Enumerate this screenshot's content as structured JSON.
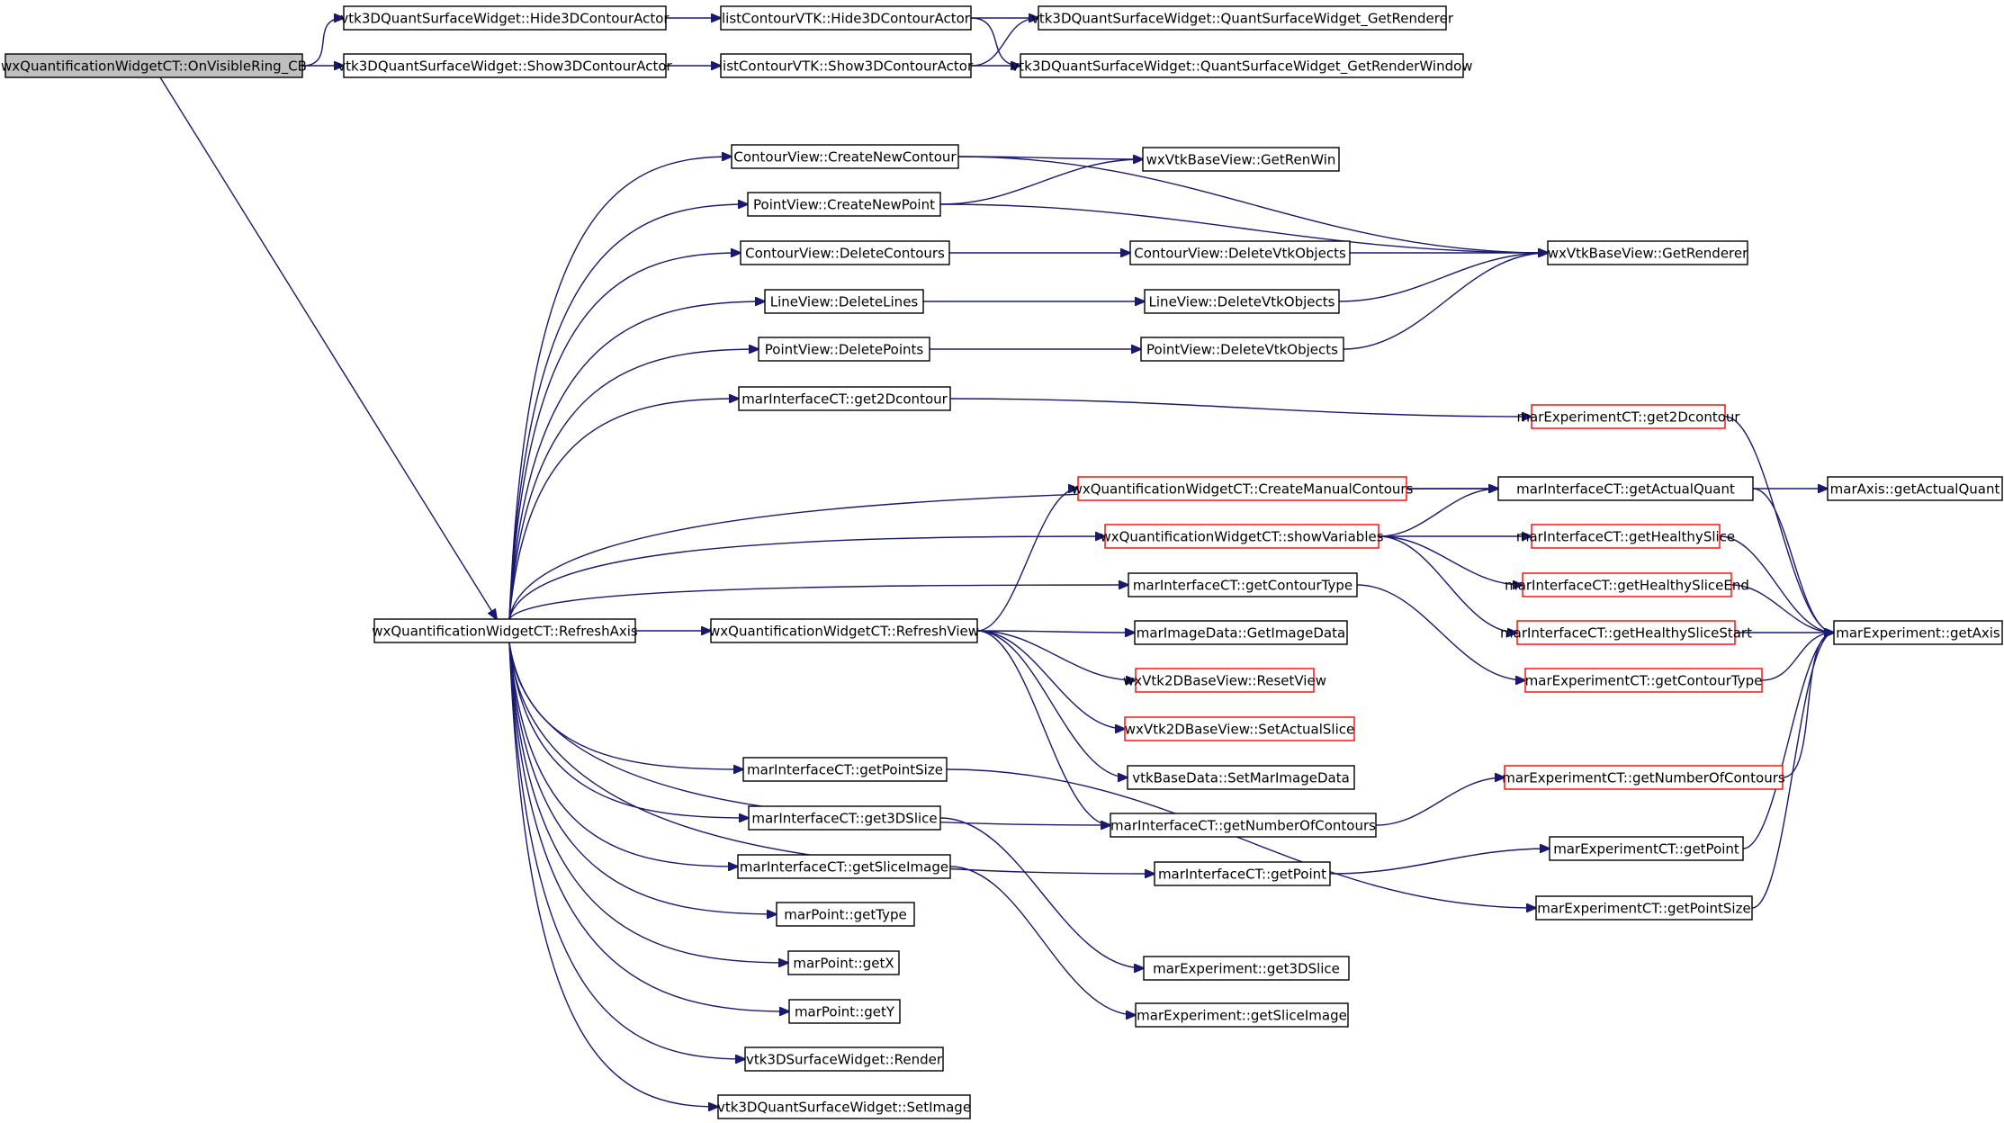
{
  "style": {
    "edge_color": "#191970",
    "root_fill": "#bfbfbf",
    "normal_border": "#000000",
    "truncated_border": "#ff0000",
    "node_fill": "#ffffff"
  },
  "nodes": [
    {
      "id": "root",
      "label": "wxQuantificationWidgetCT::OnVisibleRing_CB",
      "kind": "root"
    },
    {
      "id": "hide3d",
      "label": "vtk3DQuantSurfaceWidget::Hide3DContourActor",
      "kind": "normal"
    },
    {
      "id": "show3d",
      "label": "vtk3DQuantSurfaceWidget::Show3DContourActor",
      "kind": "normal"
    },
    {
      "id": "lchide",
      "label": "listContourVTK::Hide3DContourActor",
      "kind": "normal"
    },
    {
      "id": "lcshow",
      "label": "listContourVTK::Show3DContourActor",
      "kind": "normal"
    },
    {
      "id": "getrenderer_q",
      "label": "vtk3DQuantSurfaceWidget::QuantSurfaceWidget_GetRenderer",
      "kind": "normal"
    },
    {
      "id": "getrenwin_q",
      "label": "vtk3DQuantSurfaceWidget::QuantSurfaceWidget_GetRenderWindow",
      "kind": "normal"
    },
    {
      "id": "refreshaxis",
      "label": "wxQuantificationWidgetCT::RefreshAxis",
      "kind": "normal"
    },
    {
      "id": "cv_create",
      "label": "ContourView::CreateNewContour",
      "kind": "normal"
    },
    {
      "id": "pv_create",
      "label": "PointView::CreateNewPoint",
      "kind": "normal"
    },
    {
      "id": "cv_delete",
      "label": "ContourView::DeleteContours",
      "kind": "normal"
    },
    {
      "id": "lv_delete",
      "label": "LineView::DeleteLines",
      "kind": "normal"
    },
    {
      "id": "pv_delete",
      "label": "PointView::DeletePoints",
      "kind": "normal"
    },
    {
      "id": "mi_get2d",
      "label": "marInterfaceCT::get2Dcontour",
      "kind": "normal"
    },
    {
      "id": "getrenwin",
      "label": "wxVtkBaseView::GetRenWin",
      "kind": "normal"
    },
    {
      "id": "cv_delvtk",
      "label": "ContourView::DeleteVtkObjects",
      "kind": "normal"
    },
    {
      "id": "lv_delvtk",
      "label": "LineView::DeleteVtkObjects",
      "kind": "normal"
    },
    {
      "id": "pv_delvtk",
      "label": "PointView::DeleteVtkObjects",
      "kind": "normal"
    },
    {
      "id": "getrenderer",
      "label": "wxVtkBaseView::GetRenderer",
      "kind": "normal"
    },
    {
      "id": "me_get2d",
      "label": "marExperimentCT::get2Dcontour",
      "kind": "truncated"
    },
    {
      "id": "createmanual",
      "label": "wxQuantificationWidgetCT::CreateManualContours",
      "kind": "truncated"
    },
    {
      "id": "showvars",
      "label": "wxQuantificationWidgetCT::showVariables",
      "kind": "truncated"
    },
    {
      "id": "mi_getcontourtype",
      "label": "marInterfaceCT::getContourType",
      "kind": "normal"
    },
    {
      "id": "refreshview",
      "label": "wxQuantificationWidgetCT::RefreshView",
      "kind": "normal"
    },
    {
      "id": "getimagedata",
      "label": "marImageData::GetImageData",
      "kind": "normal"
    },
    {
      "id": "resetview",
      "label": "wxVtk2DBaseView::ResetView",
      "kind": "truncated"
    },
    {
      "id": "setactualslice",
      "label": "wxVtk2DBaseView::SetActualSlice",
      "kind": "truncated"
    },
    {
      "id": "setmarimagedata",
      "label": "vtkBaseData::SetMarImageData",
      "kind": "normal"
    },
    {
      "id": "mi_getnumcont",
      "label": "marInterfaceCT::getNumberOfContours",
      "kind": "normal"
    },
    {
      "id": "mi_getpoint",
      "label": "marInterfaceCT::getPoint",
      "kind": "normal"
    },
    {
      "id": "mi_getpointsize",
      "label": "marInterfaceCT::getPointSize",
      "kind": "normal"
    },
    {
      "id": "mi_get3dslice",
      "label": "marInterfaceCT::get3DSlice",
      "kind": "normal"
    },
    {
      "id": "mi_getsliceimage",
      "label": "marInterfaceCT::getSliceImage",
      "kind": "normal"
    },
    {
      "id": "mp_gettype",
      "label": "marPoint::getType",
      "kind": "normal"
    },
    {
      "id": "mp_getx",
      "label": "marPoint::getX",
      "kind": "normal"
    },
    {
      "id": "mp_gety",
      "label": "marPoint::getY",
      "kind": "normal"
    },
    {
      "id": "vtk3d_render",
      "label": "vtk3DSurfaceWidget::Render",
      "kind": "normal"
    },
    {
      "id": "vtk3dq_setimage",
      "label": "vtk3DQuantSurfaceWidget::SetImage",
      "kind": "normal"
    },
    {
      "id": "me_get3dslice",
      "label": "marExperiment::get3DSlice",
      "kind": "normal"
    },
    {
      "id": "me_getsliceimage",
      "label": "marExperiment::getSliceImage",
      "kind": "normal"
    },
    {
      "id": "mi_getactualquant",
      "label": "marInterfaceCT::getActualQuant",
      "kind": "normal"
    },
    {
      "id": "mi_gethealthyslice",
      "label": "marInterfaceCT::getHealthySlice",
      "kind": "truncated"
    },
    {
      "id": "mi_gethealthysliceend",
      "label": "marInterfaceCT::getHealthySliceEnd",
      "kind": "truncated"
    },
    {
      "id": "mi_gethealthyslicestart",
      "label": "marInterfaceCT::getHealthySliceStart",
      "kind": "truncated"
    },
    {
      "id": "mect_getcontourtype",
      "label": "marExperimentCT::getContourType",
      "kind": "truncated"
    },
    {
      "id": "mect_getnumcont",
      "label": "marExperimentCT::getNumberOfContours",
      "kind": "truncated"
    },
    {
      "id": "mect_getpoint",
      "label": "marExperimentCT::getPoint",
      "kind": "normal"
    },
    {
      "id": "mect_getpointsize",
      "label": "marExperimentCT::getPointSize",
      "kind": "normal"
    },
    {
      "id": "maraxis_getactualquant",
      "label": "marAxis::getActualQuant",
      "kind": "normal"
    },
    {
      "id": "me_getaxis",
      "label": "marExperiment::getAxis",
      "kind": "normal"
    }
  ],
  "edges": [
    [
      "root",
      "hide3d"
    ],
    [
      "root",
      "show3d"
    ],
    [
      "root",
      "refreshaxis"
    ],
    [
      "hide3d",
      "lchide"
    ],
    [
      "show3d",
      "lcshow"
    ],
    [
      "lchide",
      "getrenderer_q"
    ],
    [
      "lchide",
      "getrenwin_q"
    ],
    [
      "lcshow",
      "getrenderer_q"
    ],
    [
      "lcshow",
      "getrenwin_q"
    ],
    [
      "refreshaxis",
      "cv_create"
    ],
    [
      "refreshaxis",
      "pv_create"
    ],
    [
      "refreshaxis",
      "cv_delete"
    ],
    [
      "refreshaxis",
      "lv_delete"
    ],
    [
      "refreshaxis",
      "pv_delete"
    ],
    [
      "refreshaxis",
      "mi_get2d"
    ],
    [
      "refreshaxis",
      "mi_getactualquant"
    ],
    [
      "refreshaxis",
      "showvars"
    ],
    [
      "refreshaxis",
      "mi_getcontourtype"
    ],
    [
      "refreshaxis",
      "refreshview"
    ],
    [
      "refreshaxis",
      "mi_getnumcont"
    ],
    [
      "refreshaxis",
      "mi_getpoint"
    ],
    [
      "refreshaxis",
      "mi_getpointsize"
    ],
    [
      "refreshaxis",
      "mi_get3dslice"
    ],
    [
      "refreshaxis",
      "mi_getsliceimage"
    ],
    [
      "refreshaxis",
      "mp_gettype"
    ],
    [
      "refreshaxis",
      "mp_getx"
    ],
    [
      "refreshaxis",
      "mp_gety"
    ],
    [
      "refreshaxis",
      "vtk3d_render"
    ],
    [
      "refreshaxis",
      "vtk3dq_setimage"
    ],
    [
      "cv_create",
      "getrenwin"
    ],
    [
      "cv_create",
      "getrenderer"
    ],
    [
      "pv_create",
      "getrenwin"
    ],
    [
      "pv_create",
      "getrenderer"
    ],
    [
      "cv_delete",
      "cv_delvtk"
    ],
    [
      "lv_delete",
      "lv_delvtk"
    ],
    [
      "pv_delete",
      "pv_delvtk"
    ],
    [
      "cv_delvtk",
      "getrenderer"
    ],
    [
      "lv_delvtk",
      "getrenderer"
    ],
    [
      "pv_delvtk",
      "getrenderer"
    ],
    [
      "mi_get2d",
      "me_get2d"
    ],
    [
      "me_get2d",
      "me_getaxis"
    ],
    [
      "refreshview",
      "createmanual"
    ],
    [
      "createmanual",
      "mi_getactualquant"
    ],
    [
      "showvars",
      "mi_getactualquant"
    ],
    [
      "showvars",
      "mi_gethealthyslice"
    ],
    [
      "showvars",
      "mi_gethealthysliceend"
    ],
    [
      "showvars",
      "mi_gethealthyslicestart"
    ],
    [
      "mi_getactualquant",
      "maraxis_getactualquant"
    ],
    [
      "mi_getactualquant",
      "me_getaxis"
    ],
    [
      "mi_gethealthyslice",
      "me_getaxis"
    ],
    [
      "mi_gethealthysliceend",
      "me_getaxis"
    ],
    [
      "mi_gethealthyslicestart",
      "me_getaxis"
    ],
    [
      "mi_getcontourtype",
      "mect_getcontourtype"
    ],
    [
      "mect_getcontourtype",
      "me_getaxis"
    ],
    [
      "refreshview",
      "getimagedata"
    ],
    [
      "refreshview",
      "resetview"
    ],
    [
      "refreshview",
      "setactualslice"
    ],
    [
      "refreshview",
      "setmarimagedata"
    ],
    [
      "refreshview",
      "mi_getnumcont"
    ],
    [
      "mi_getnumcont",
      "mect_getnumcont"
    ],
    [
      "mect_getnumcont",
      "me_getaxis"
    ],
    [
      "mi_getpoint",
      "mect_getpoint"
    ],
    [
      "mect_getpoint",
      "me_getaxis"
    ],
    [
      "mi_getpointsize",
      "mect_getpointsize"
    ],
    [
      "mect_getpointsize",
      "me_getaxis"
    ],
    [
      "mi_get3dslice",
      "me_get3dslice"
    ],
    [
      "mi_getsliceimage",
      "me_getsliceimage"
    ]
  ]
}
